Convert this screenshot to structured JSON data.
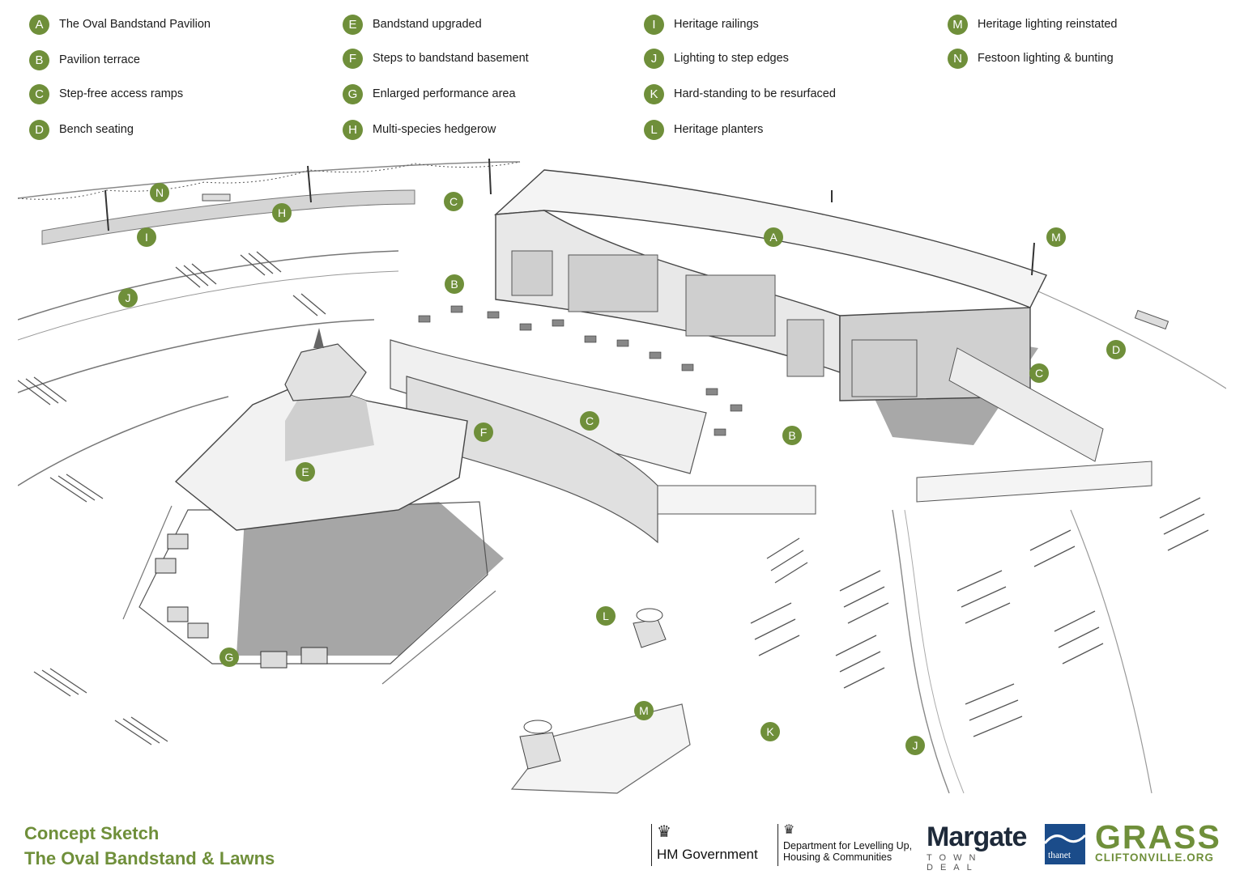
{
  "legend": [
    {
      "letter": "A",
      "label": "The Oval Bandstand Pavilion"
    },
    {
      "letter": "B",
      "label": "Pavilion terrace"
    },
    {
      "letter": "C",
      "label": "Step-free access ramps"
    },
    {
      "letter": "D",
      "label": "Bench seating"
    },
    {
      "letter": "E",
      "label": "Bandstand upgraded"
    },
    {
      "letter": "F",
      "label": "Steps to bandstand basement"
    },
    {
      "letter": "G",
      "label": "Enlarged performance area"
    },
    {
      "letter": "H",
      "label": "Multi-species hedgerow"
    },
    {
      "letter": "I",
      "label": "Heritage railings"
    },
    {
      "letter": "J",
      "label": "Lighting to step edges"
    },
    {
      "letter": "K",
      "label": "Hard-standing to be resurfaced"
    },
    {
      "letter": "L",
      "label": "Heritage planters"
    },
    {
      "letter": "M",
      "label": "Heritage lighting reinstated"
    },
    {
      "letter": "N",
      "label": "Festoon lighting & bunting"
    }
  ],
  "map_markers": [
    "N",
    "H",
    "I",
    "C",
    "A",
    "M",
    "B",
    "J",
    "D",
    "C",
    "C",
    "B",
    "F",
    "E",
    "L",
    "G",
    "M",
    "K",
    "J"
  ],
  "footer": {
    "title_line1": "Concept Sketch",
    "title_line2": "The Oval Bandstand & Lawns"
  },
  "logos": {
    "hm_government": "HM Government",
    "dluhc_line1": "Department for Levelling Up,",
    "dluhc_line2": "Housing & Communities",
    "margate": "Margate",
    "margate_sub": "TOWN DEAL",
    "thanet": "thanet",
    "grass": "GRASS",
    "grass_sub": "CLIFTONVILLE.ORG"
  },
  "colors": {
    "accent": "#6f8f3a",
    "shadow": "#9e9e9e",
    "structure": "#e6e6e6"
  }
}
